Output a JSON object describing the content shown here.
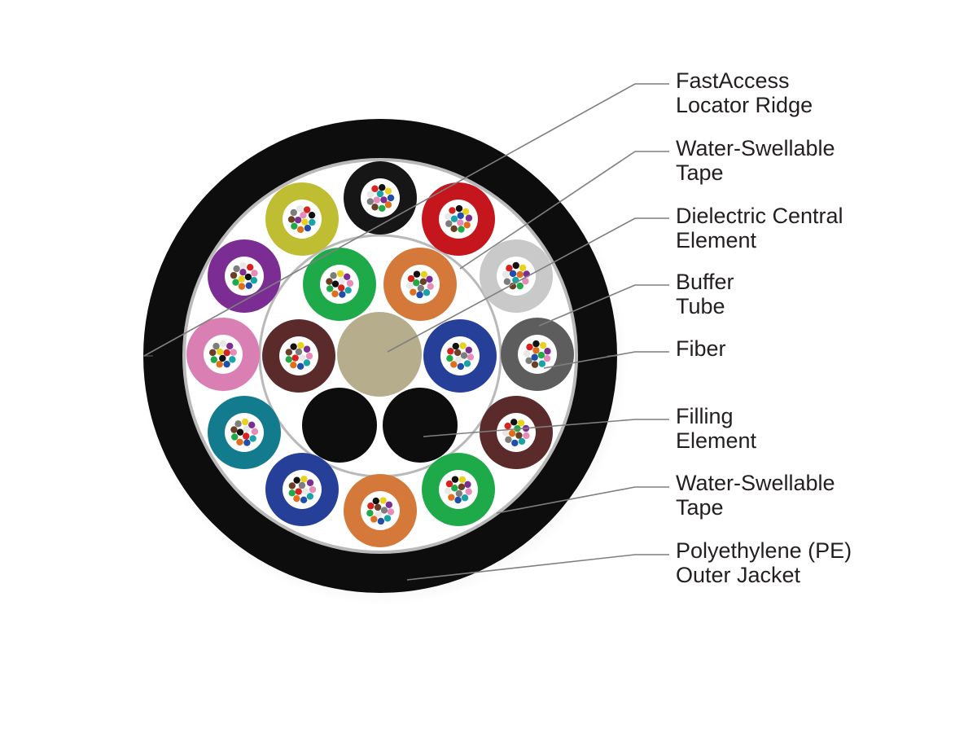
{
  "callouts": [
    {
      "id": "locator-ridge",
      "lines": [
        "FastAccess",
        "Locator Ridge"
      ]
    },
    {
      "id": "tape-inner",
      "lines": [
        "Water-Swellable",
        "Tape"
      ]
    },
    {
      "id": "central-element",
      "lines": [
        "Dielectric Central",
        "Element"
      ]
    },
    {
      "id": "buffer-tube",
      "lines": [
        "Buffer",
        "Tube"
      ]
    },
    {
      "id": "fiber",
      "lines": [
        "Fiber"
      ]
    },
    {
      "id": "filling-element",
      "lines": [
        "Filling",
        "Element"
      ]
    },
    {
      "id": "tape-outer",
      "lines": [
        "Water-Swellable",
        "Tape"
      ]
    },
    {
      "id": "outer-jacket",
      "lines": [
        "Polyethylene (PE)",
        "Outer Jacket"
      ]
    }
  ],
  "colors": {
    "jacket": "#0d0d0d",
    "tape": "#b9b9b9",
    "core_fill": "#ffffff",
    "central_element": "#b5ad8c",
    "filling_element": "#0d0d0d",
    "leader_line": "#7f7f7f",
    "label_text": "#231f20"
  },
  "buffer_tube_colors": {
    "outer_ring": [
      "black-#161616",
      "red-#c4161c",
      "light-gray-#c9c9c9",
      "slate-#5d5d5d",
      "brown-#5b2b2b",
      "green-#1faa4a",
      "orange-#d4793a",
      "blue-#263f98",
      "aqua-#127c8e",
      "rose-#d97fb3",
      "violet-#7b2d93",
      "yellow-#bfbd32"
    ],
    "inner_ring": [
      "orange-#d4793a",
      "blue-#263f98",
      "brown-#5b2b2b",
      "green-#1faa4a"
    ]
  },
  "fiber_colors": [
    "#1f4fa8",
    "#e06f1c",
    "#1faa4a",
    "#6b3e26",
    "#7d7d7d",
    "#e8e8e8",
    "#d6231e",
    "#111111",
    "#e9d21e",
    "#7d2f91",
    "#e78bb9",
    "#1aa3a7"
  ]
}
